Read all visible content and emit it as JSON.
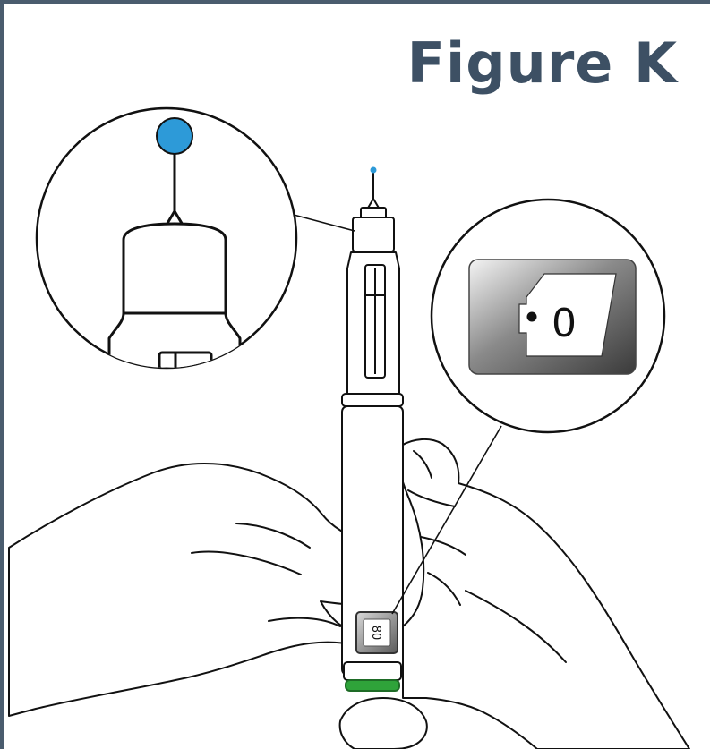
{
  "figure": {
    "title": "Figure K",
    "colors": {
      "frame": "#4a5c6e",
      "title": "#3d5064",
      "needle_tip": "#2d9ad8",
      "green_ring": "#2fa33a"
    }
  },
  "callouts": {
    "dose_window_zoom": {
      "dose": "0"
    },
    "pen_dose_window": {
      "dose": "80"
    }
  }
}
